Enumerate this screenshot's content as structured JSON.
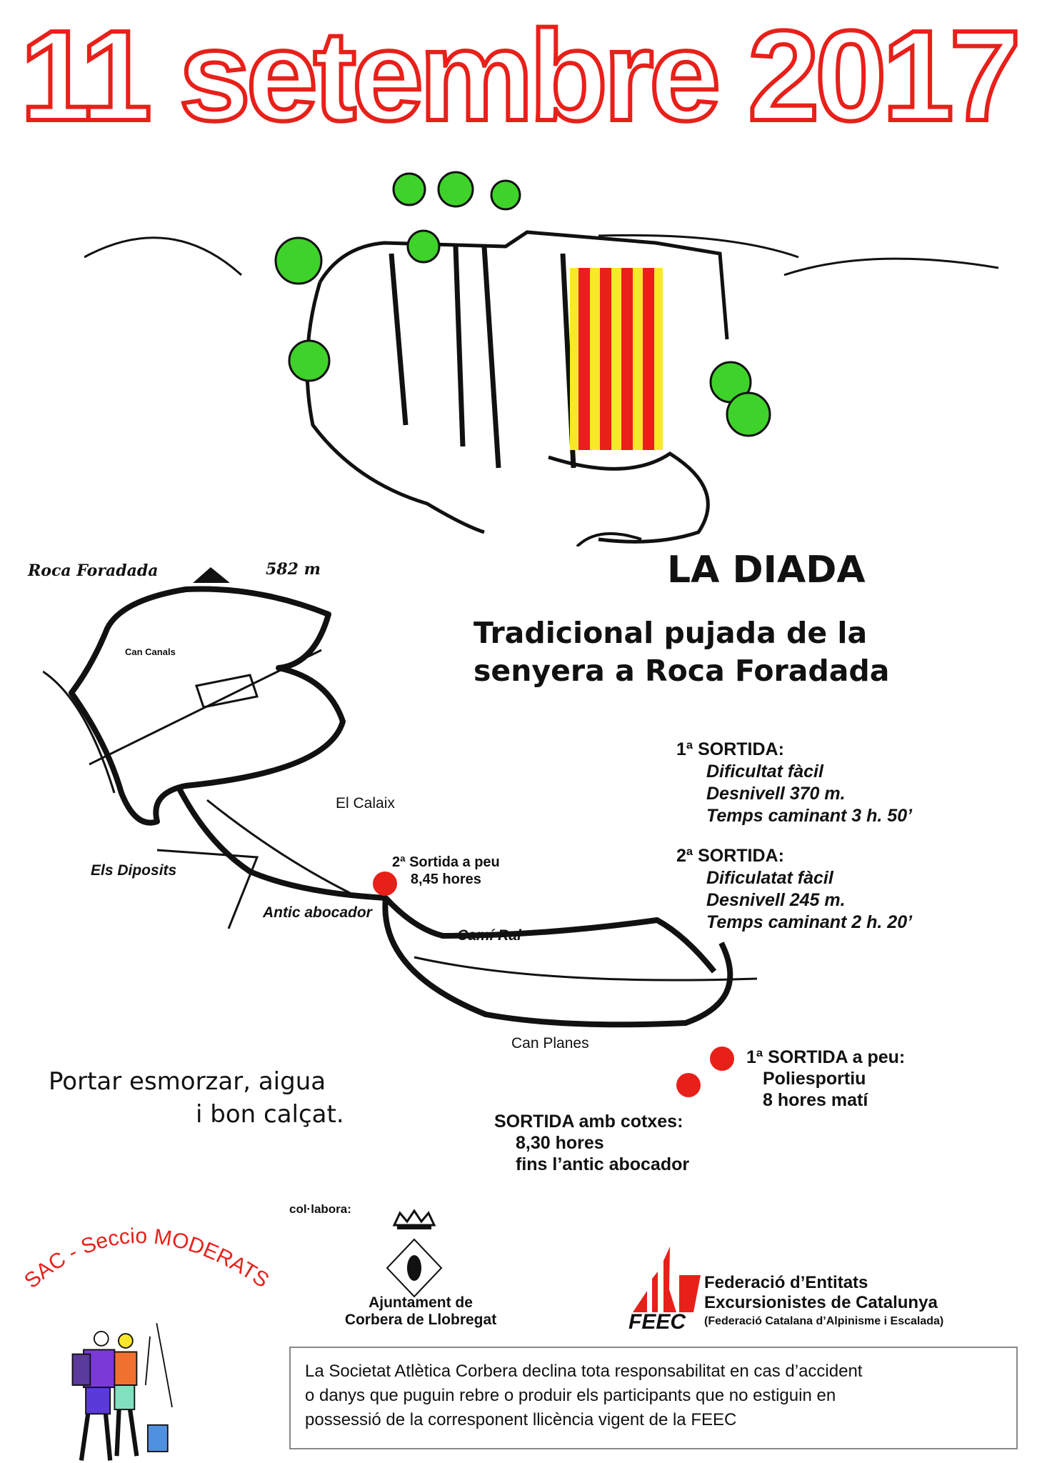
{
  "title": "11 setembre 2017",
  "event": {
    "name": "LA DIADA",
    "subtitle_line1": "Tradicional pujada de la",
    "subtitle_line2": "senyera a Roca Foradada"
  },
  "map": {
    "summit_label": "Roca Foradada",
    "summit_altitude": "582 m",
    "house_label": "Can Canals",
    "places": {
      "el_calaix": "El Calaix",
      "els_diposits": "Els Diposits",
      "antic_abocador": "Antic abocador",
      "cami_ral": "Camí Ral",
      "can_planes": "Can Planes"
    },
    "start_points": {
      "second_foot": {
        "label": "2ª Sortida a peu",
        "time": "8,45 hores"
      },
      "first_foot": {
        "label": "1ª SORTIDA a peu:",
        "place": "Poliesportiu",
        "time": "8 hores matí"
      },
      "cars": {
        "label": "SORTIDA amb cotxes:",
        "time": "8,30 hores",
        "place": "fins l’antic abocador"
      }
    }
  },
  "departures": [
    {
      "title": "1ª SORTIDA:",
      "difficulty": "Dificultat fàcil",
      "elevation": "Desnivell 370 m.",
      "walking_time": "Temps caminant 3 h. 50’"
    },
    {
      "title": "2ª SORTIDA:",
      "difficulty": "Dificulatat fàcil",
      "elevation": "Desnivell 245 m.",
      "walking_time": "Temps caminant 2 h. 20’"
    }
  ],
  "advice": {
    "line1": "Portar esmorzar, aigua",
    "line2": "i bon calçat."
  },
  "organizer_logo": "SAC - Seccio MODERATS",
  "collaborates_label": "col·labora:",
  "town_hall": {
    "line1": "Ajuntament de",
    "line2": "Corbera de Llobregat"
  },
  "feec": {
    "acronym": "FEEC",
    "line1": "Federació d’Entitats",
    "line2": "Excursionistes de Catalunya",
    "line3": "(Federació Catalana d’Alpinisme i Escalada)"
  },
  "disclaimer": {
    "line1": "La Societat Atlètica Corbera declina tota responsabilitat en cas d’accident",
    "line2": "o danys que puguin rebre o produir  els participants que no estiguin en",
    "line3": "possessió de la corresponent llicència vigent de la FEEC"
  },
  "colors": {
    "red": "#e8201a",
    "flag_yellow": "#f7e92a",
    "tree_green": "#3fd22a"
  }
}
